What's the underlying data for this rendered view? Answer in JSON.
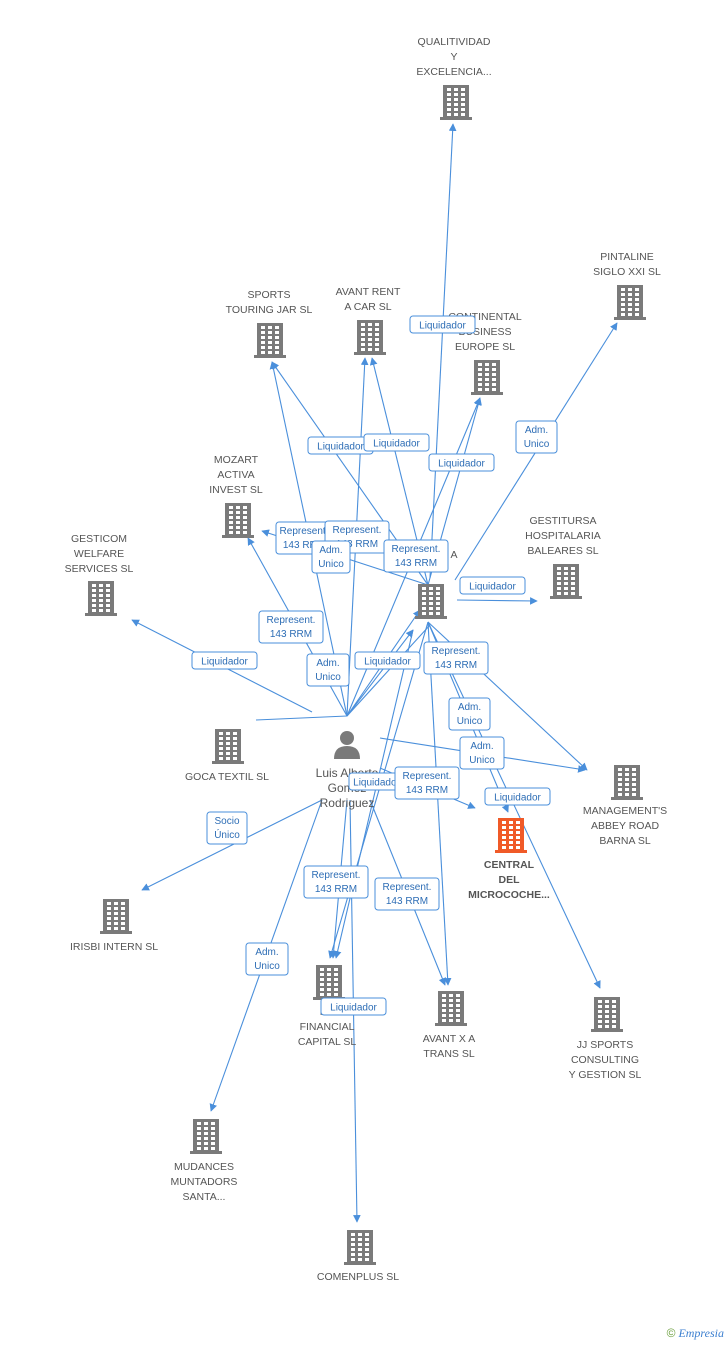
{
  "brand": {
    "copyright": "©",
    "name": "Empresia"
  },
  "colors": {
    "edge": "#4a8fdb",
    "building": "#7a7a7a",
    "highlight": "#f05a28",
    "person": "#7a7a7a"
  },
  "nodes": [
    {
      "id": "qualitividad",
      "type": "company",
      "label": [
        "QUALITIVIDAD",
        "Y",
        "EXCELENCIA..."
      ]
    },
    {
      "id": "pintaline",
      "type": "company",
      "label": [
        "PINTALINE",
        "SIGLO XXI SL"
      ]
    },
    {
      "id": "sports",
      "type": "company",
      "label": [
        "SPORTS",
        "TOURING JAR SL"
      ]
    },
    {
      "id": "avantrent",
      "type": "company",
      "label": [
        "AVANT RENT",
        "A CAR SL"
      ]
    },
    {
      "id": "continental",
      "type": "company",
      "label": [
        "CONTINENTAL",
        "BUSINESS",
        "EUROPE SL"
      ]
    },
    {
      "id": "mozart",
      "type": "company",
      "label": [
        "MOZART",
        "ACTIVA",
        "INVEST SL"
      ]
    },
    {
      "id": "gesticom",
      "type": "company",
      "label": [
        "GESTICOM",
        "WELFARE",
        "SERVICES SL"
      ]
    },
    {
      "id": "gestitursa",
      "type": "company",
      "label": [
        "GESTITURSA",
        "HOSPITALARIA",
        "BALEARES SL"
      ]
    },
    {
      "id": "hub",
      "type": "company",
      "label": [
        "A"
      ]
    },
    {
      "id": "goca",
      "type": "company",
      "label": [
        "GOCA TEXTIL SL"
      ]
    },
    {
      "id": "person",
      "type": "person",
      "label": [
        "Luis Alberto",
        "Gomez",
        "Rodriguez"
      ]
    },
    {
      "id": "management",
      "type": "company",
      "label": [
        "MANAGEMENT'S",
        "ABBEY ROAD",
        "BARNA SL"
      ]
    },
    {
      "id": "central",
      "type": "company",
      "highlight": true,
      "label": [
        "CENTRAL",
        "DEL",
        "MICROCOCHE..."
      ]
    },
    {
      "id": "irisbi",
      "type": "company",
      "label": [
        "IRISBI INTERN SL"
      ]
    },
    {
      "id": "refinancial",
      "type": "company",
      "label": [
        "RE",
        "FINANCIAL",
        "CAPITAL SL"
      ]
    },
    {
      "id": "avantxa",
      "type": "company",
      "label": [
        "AVANT X A",
        "TRANS SL"
      ]
    },
    {
      "id": "jjsports",
      "type": "company",
      "label": [
        "JJ SPORTS",
        "CONSULTING",
        "Y GESTION SL"
      ]
    },
    {
      "id": "mudances",
      "type": "company",
      "label": [
        "MUDANCES",
        "MUNTADORS",
        "SANTA..."
      ]
    },
    {
      "id": "comenplus",
      "type": "company",
      "label": [
        "COMENPLUS SL"
      ]
    }
  ],
  "relations": [
    {
      "label": [
        "Liquidador"
      ]
    },
    {
      "label": [
        "Adm.",
        "Unico"
      ]
    },
    {
      "label": [
        "Liquidador"
      ]
    },
    {
      "label": [
        "Liquidador"
      ]
    },
    {
      "label": [
        "Liquidador"
      ]
    },
    {
      "label": [
        "Represent.",
        "143 RRM"
      ]
    },
    {
      "label": [
        "Represent.",
        "143 RRM"
      ]
    },
    {
      "label": [
        "Adm.",
        "Unico"
      ]
    },
    {
      "label": [
        "Represent.",
        "143 RRM"
      ]
    },
    {
      "label": [
        "Liquidador"
      ]
    },
    {
      "label": [
        "Represent.",
        "143 RRM"
      ]
    },
    {
      "label": [
        "Liquidador"
      ]
    },
    {
      "label": [
        "Adm.",
        "Unico"
      ]
    },
    {
      "label": [
        "Liquidador"
      ]
    },
    {
      "label": [
        "Represent.",
        "143 RRM"
      ]
    },
    {
      "label": [
        "Adm.",
        "Unico"
      ]
    },
    {
      "label": [
        "Adm.",
        "Unico"
      ]
    },
    {
      "label": [
        "Liquidador"
      ]
    },
    {
      "label": [
        "Represent.",
        "143 RRM"
      ]
    },
    {
      "label": [
        "Liquidador"
      ]
    },
    {
      "label": [
        "Socio",
        "Único"
      ]
    },
    {
      "label": [
        "Represent.",
        "143 RRM"
      ]
    },
    {
      "label": [
        "Represent.",
        "143 RRM"
      ]
    },
    {
      "label": [
        "Adm.",
        "Unico"
      ]
    },
    {
      "label": [
        "Liquidador"
      ]
    }
  ]
}
